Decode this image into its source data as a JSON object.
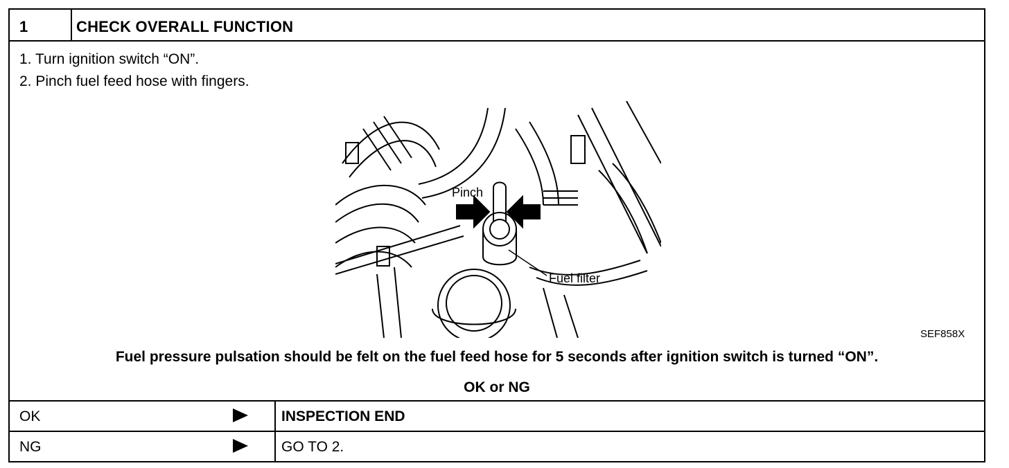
{
  "header": {
    "step_number": "1",
    "title": "CHECK OVERALL FUNCTION"
  },
  "steps": [
    "1. Turn ignition switch “ON”.",
    "2. Pinch fuel feed hose with fingers."
  ],
  "figure": {
    "label_pinch": "Pinch",
    "label_fuel_filter": "Fuel filter",
    "code": "SEF858X"
  },
  "verdict": "Fuel pressure pulsation should be felt on the fuel feed hose for 5 seconds after ignition switch is turned “ON”.",
  "decision_label": "OK or NG",
  "results": [
    {
      "condition": "OK",
      "action": "INSPECTION END"
    },
    {
      "condition": "NG",
      "action": "GO TO 2."
    }
  ]
}
